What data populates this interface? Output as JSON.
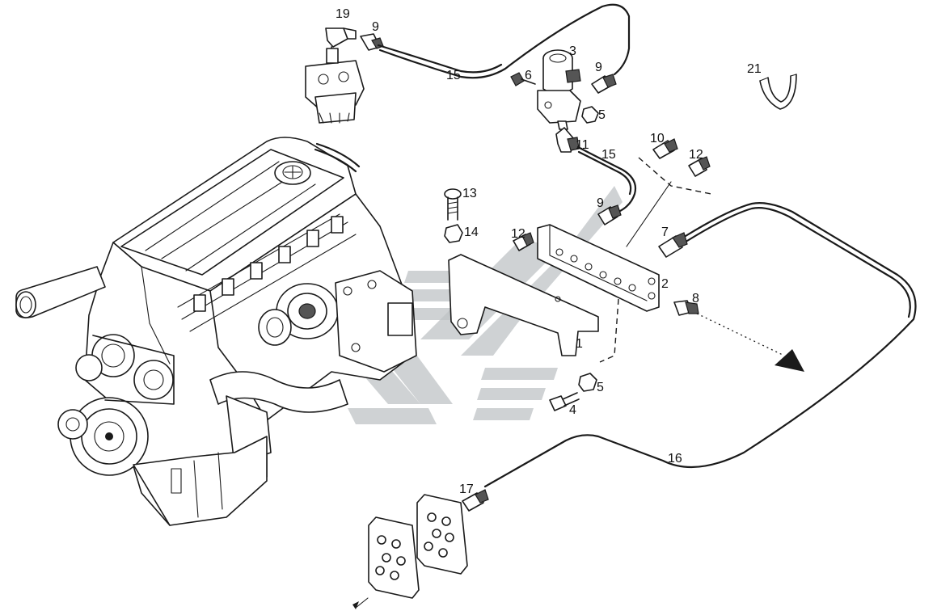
{
  "diagram": {
    "callouts": [
      {
        "id": "c19",
        "label": "19"
      },
      {
        "id": "c9a",
        "label": "9"
      },
      {
        "id": "c15a",
        "label": "15"
      },
      {
        "id": "c3",
        "label": "3"
      },
      {
        "id": "c9b",
        "label": "9"
      },
      {
        "id": "c6",
        "label": "6"
      },
      {
        "id": "c5a",
        "label": "5"
      },
      {
        "id": "c11",
        "label": "11"
      },
      {
        "id": "c15b",
        "label": "15"
      },
      {
        "id": "c10",
        "label": "10"
      },
      {
        "id": "c12a",
        "label": "12"
      },
      {
        "id": "c21",
        "label": "21"
      },
      {
        "id": "c13",
        "label": "13"
      },
      {
        "id": "c14",
        "label": "14"
      },
      {
        "id": "c9c",
        "label": "9"
      },
      {
        "id": "c12b",
        "label": "12"
      },
      {
        "id": "c7",
        "label": "7"
      },
      {
        "id": "c2",
        "label": "2"
      },
      {
        "id": "c8",
        "label": "8"
      },
      {
        "id": "c1",
        "label": "1"
      },
      {
        "id": "c5b",
        "label": "5"
      },
      {
        "id": "c4",
        "label": "4"
      },
      {
        "id": "c16",
        "label": "16"
      },
      {
        "id": "c17",
        "label": "17"
      }
    ],
    "colors": {
      "ink": "#1a1a1a",
      "watermark": "#bfc3c5",
      "background": "#ffffff"
    }
  }
}
